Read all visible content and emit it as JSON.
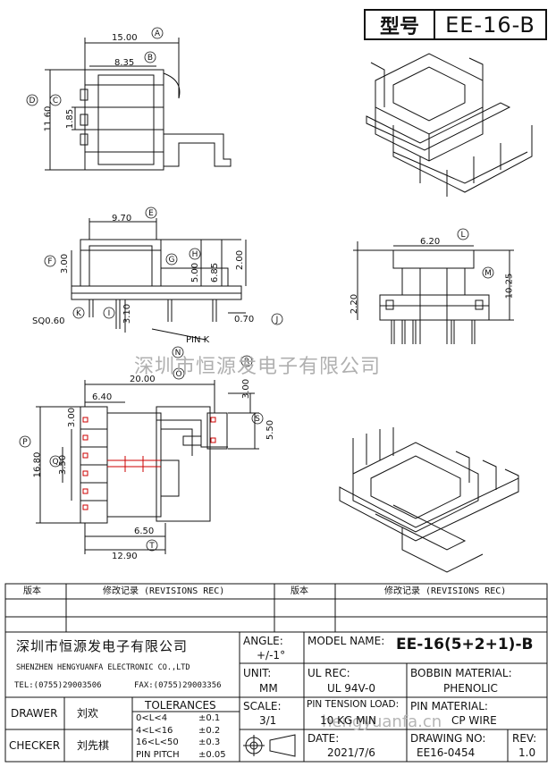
{
  "header": {
    "model_label": "型号",
    "model_value": "EE-16-B"
  },
  "watermark": {
    "company_cn": "深圳市恒源发电子有限公司",
    "site": "hengyuanfa.cn"
  },
  "dimensions": {
    "A": "15.00",
    "B": "8.35",
    "C": "1.85",
    "D": "11.60",
    "E": "9.70",
    "F": "3.00",
    "G": "5.00",
    "H": "6.85",
    "H2": "2.00",
    "I": "3.10",
    "J": "0.70",
    "K": "SQ0.60",
    "L": "6.20",
    "M": "10.25",
    "M2": "2.20",
    "N": "PIN K",
    "O": "20.00",
    "O2": "6.40",
    "R": "3.00",
    "S": "5.50",
    "P": "16.80",
    "Q": "3.50",
    "Q2": "3.00",
    "T": "6.50",
    "T2": "12.90"
  },
  "callouts": [
    "A",
    "B",
    "C",
    "D",
    "E",
    "F",
    "G",
    "H",
    "I",
    "J",
    "K",
    "L",
    "M",
    "N",
    "O",
    "P",
    "Q",
    "R",
    "S",
    "T"
  ],
  "revision": {
    "col1": "版本",
    "col2": "修改记录 (REVISIONS REC)",
    "col3": "版本",
    "col4": "修改记录 (REVISIONS REC)"
  },
  "title_block": {
    "company_cn": "深圳市恒源发电子有限公司",
    "company_en": "SHENZHEN HENGYUANFA ELECTRONIC CO.,LTD",
    "tel": "TEL:(0755)29003506",
    "fax": "FAX:(0755)29003356",
    "angle_label": "ANGLE:",
    "angle_value": "+/-1°",
    "model_name_label": "MODEL NAME:",
    "model_name_value": "EE-16(5+2+1)-B",
    "unit_label": "UNIT:",
    "unit_value": "MM",
    "ul_label": "UL REC:",
    "ul_value": "UL 94V-0",
    "bobbin_label": "BOBBIN MATERIAL:",
    "bobbin_value": "PHENOLIC",
    "drawer_label": "DRAWER",
    "drawer_value": "刘欢",
    "tolerances_label": "TOLERANCES",
    "tol_rows": [
      {
        "range": "0<L<4",
        "tol": "±0.1"
      },
      {
        "range": "4<L<16",
        "tol": "±0.2"
      },
      {
        "range": "16<L<50",
        "tol": "±0.3"
      },
      {
        "range": "PIN PITCH",
        "tol": "±0.05"
      }
    ],
    "scale_label": "SCALE:",
    "scale_value": "3/1",
    "pin_tension_label": "PIN TENSION LOAD:",
    "pin_tension_value": "10 KG MIN",
    "pin_material_label": "PIN MATERIAL:",
    "pin_material_value": "CP WIRE",
    "checker_label": "CHECKER",
    "checker_value": "刘先棋",
    "date_label": "DATE:",
    "date_value": "2021/7/6",
    "drawing_no_label": "DRAWING NO:",
    "drawing_no_value": "EE16-0454",
    "rev_label": "REV:",
    "rev_value": "1.0"
  },
  "colors": {
    "line": "#111111",
    "red": "#cc0000",
    "watermark": "#b0b0b0"
  }
}
